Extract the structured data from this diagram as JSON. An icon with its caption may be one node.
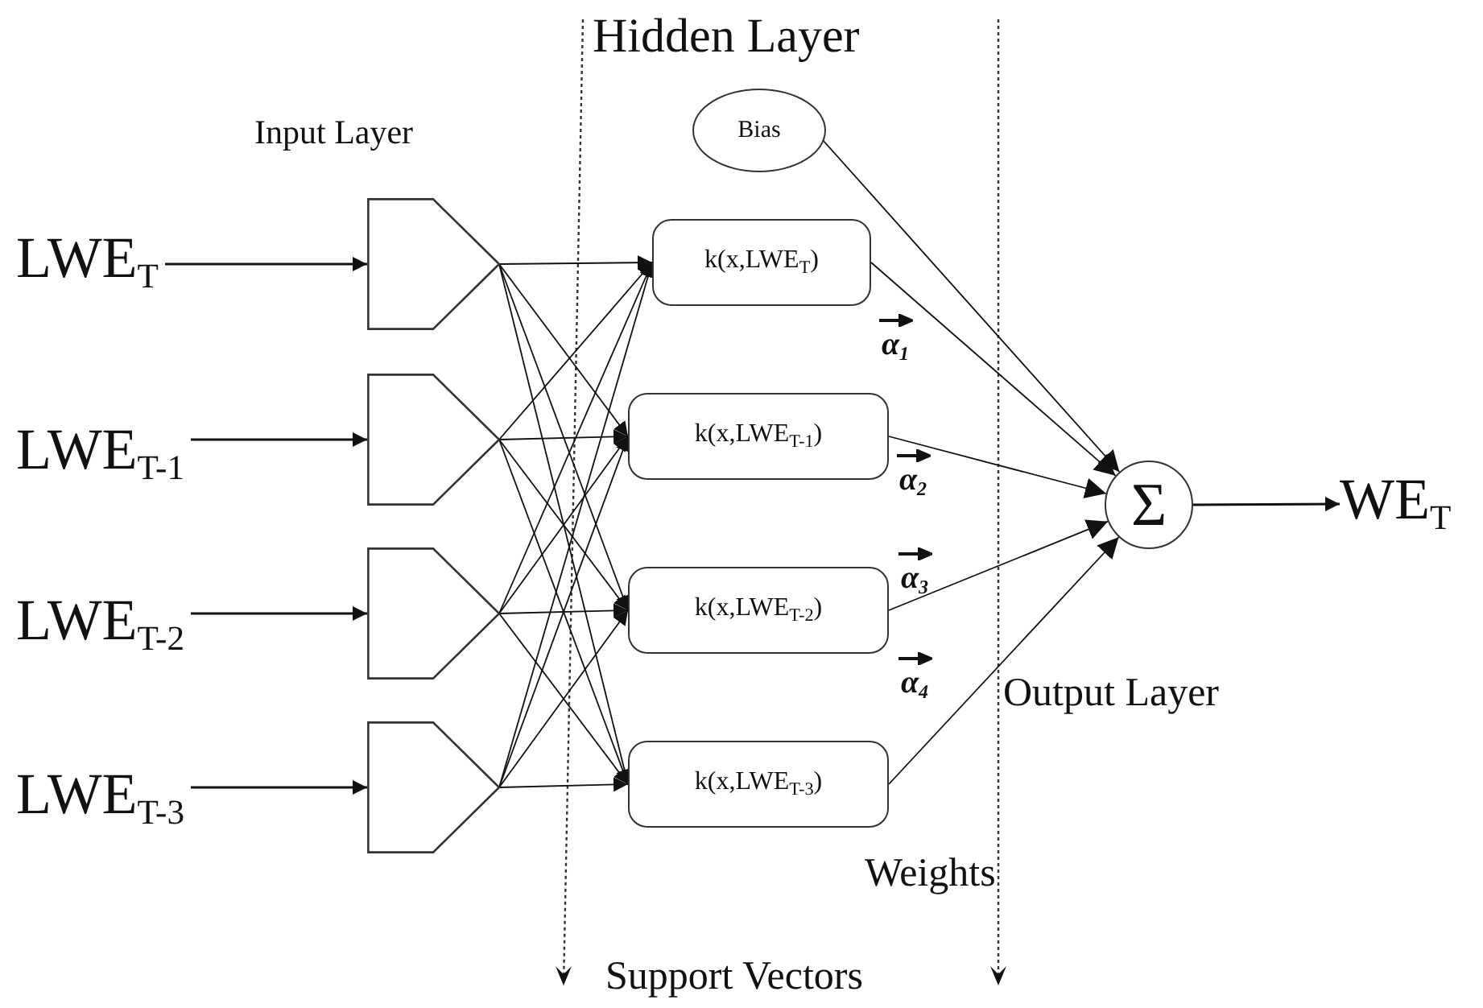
{
  "diagram": {
    "nodes": [
      {
        "text": [
          "LWE$_{T}$"
        ]
      },
      {
        "text": [
          "LWE$_{T-1}$"
        ]
      },
      {
        "text": [
          "LWE$_{T-2}$"
        ]
      },
      {
        "text": [
          "LWE$_{T-3}$"
        ]
      },
      {
        "text": [],
        "shape": "pentagon"
      },
      {
        "text": [],
        "shape": "pentagon"
      },
      {
        "text": [],
        "shape": "pentagon"
      },
      {
        "text": [],
        "shape": "pentagon"
      },
      {
        "text": [
          "Bias"
        ]
      },
      {
        "text": [
          "k(x,LWE$_{T}$)"
        ]
      },
      {
        "text": [
          "k(x,LWE$_{T-1}$)"
        ]
      },
      {
        "text": [
          "k(x,LWE$_{T-2}$)"
        ]
      },
      {
        "text": [
          "k(x,LWE$_{T-3}$)"
        ]
      },
      {
        "text": [
          "Σ"
        ]
      },
      {
        "text": [
          "WE$_{T}$"
        ]
      }
    ],
    "edges": [
      {
        "from": 0,
        "to": 4,
        "arrow": "to"
      },
      {
        "from": 1,
        "to": 5,
        "arrow": "to"
      },
      {
        "from": 2,
        "to": 6,
        "arrow": "to"
      },
      {
        "from": 3,
        "to": 7,
        "arrow": "to"
      },
      {
        "from": 4,
        "to": 9,
        "arrow": "to"
      },
      {
        "from": 4,
        "to": 10,
        "arrow": "to"
      },
      {
        "from": 4,
        "to": 11,
        "arrow": "to"
      },
      {
        "from": 4,
        "to": 12,
        "arrow": "to"
      },
      {
        "from": 5,
        "to": 9,
        "arrow": "to"
      },
      {
        "from": 5,
        "to": 10,
        "arrow": "to"
      },
      {
        "from": 5,
        "to": 11,
        "arrow": "to"
      },
      {
        "from": 5,
        "to": 12,
        "arrow": "to"
      },
      {
        "from": 6,
        "to": 9,
        "arrow": "to"
      },
      {
        "from": 6,
        "to": 10,
        "arrow": "to"
      },
      {
        "from": 6,
        "to": 11,
        "arrow": "to"
      },
      {
        "from": 6,
        "to": 12,
        "arrow": "to"
      },
      {
        "from": 7,
        "to": 9,
        "arrow": "to"
      },
      {
        "from": 7,
        "to": 10,
        "arrow": "to"
      },
      {
        "from": 7,
        "to": 11,
        "arrow": "to"
      },
      {
        "from": 7,
        "to": 12,
        "arrow": "to"
      },
      {
        "from": 8,
        "to": 13,
        "arrow": "to"
      },
      {
        "from": 9,
        "to": 13,
        "arrow": "to",
        "label": "α$_{1}$"
      },
      {
        "from": 10,
        "to": 13,
        "arrow": "to",
        "label": "α$_{2}$"
      },
      {
        "from": 11,
        "to": 13,
        "arrow": "to",
        "label": "α$_{3}$"
      },
      {
        "from": 12,
        "to": 13,
        "arrow": "to",
        "label": "α$_{4}$"
      },
      {
        "from": 13,
        "to": 14,
        "arrow": "to"
      }
    ],
    "labels": [
      "Hidden Layer",
      "Input Layer",
      "Output Layer",
      "Weights",
      "Support Vectors"
    ]
  }
}
